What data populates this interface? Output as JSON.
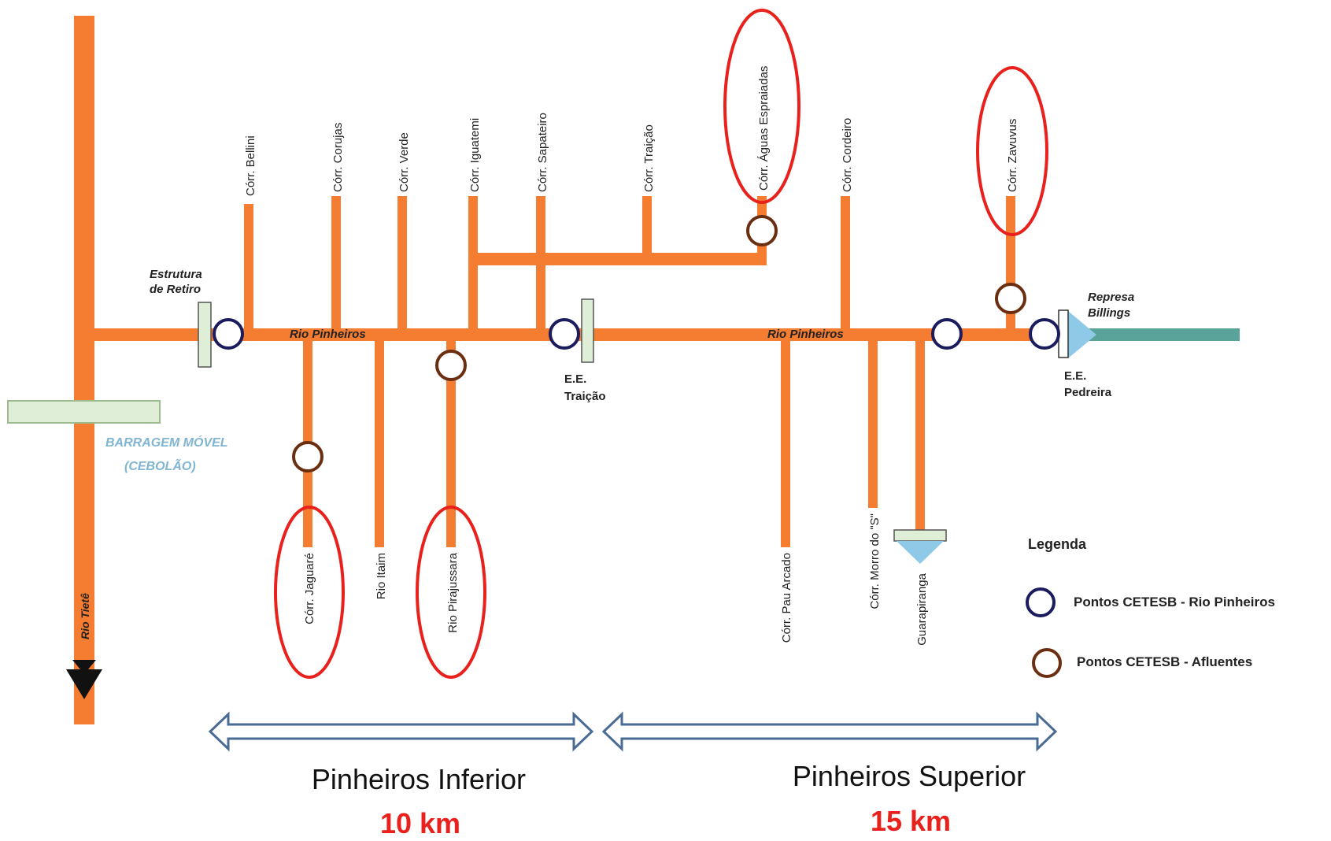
{
  "colors": {
    "river": "#f47d31",
    "river_dark": "#d8621a",
    "billings": "#5aa39a",
    "structure_fill": "#dfeed7",
    "structure_stroke": "#9dbb8e",
    "billings_triangle": "#8fc9e8",
    "point_main": "#1b1c5e",
    "point_afluente": "#6b2e10",
    "highlight": "#e8211d",
    "arrow": "#4a6b94",
    "barragem_text": "#7fb5d2",
    "section_length": "#e8211d"
  },
  "main": {
    "rio_tiete": "Rio Tietê",
    "rio_pinheiros_1": "Rio Pinheiros",
    "rio_pinheiros_2": "Rio Pinheiros",
    "estrutura_retiro_1": "Estrutura",
    "estrutura_retiro_2": "de Retiro",
    "barragem_1": "BARRAGEM MÓVEL",
    "barragem_2": "(CEBOLÃO)",
    "ee_traicao_1": "E.E.",
    "ee_traicao_2": "Traição",
    "ee_pedreira_1": "E.E.",
    "ee_pedreira_2": "Pedreira",
    "represa_1": "Represa",
    "represa_2": "Billings"
  },
  "tributaries_top": [
    "Córr. Bellini",
    "Córr. Corujas",
    "Córr. Verde",
    "Córr. Iguatemi",
    "Córr. Sapateiro",
    "Córr. Traição",
    "Córr. Águas Espraiadas",
    "Córr. Cordeiro",
    "Córr. Zavuvus"
  ],
  "tributaries_bottom": [
    "Córr. Jaguaré",
    "Rio Itaim",
    "Rio Pirajussara",
    "Córr. Pau Arcado",
    "Córr. Morro do \"S\"",
    "Guarapiranga"
  ],
  "legend": {
    "title": "Legenda",
    "items": [
      {
        "label": "Pontos CETESB - Rio Pinheiros",
        "icon": "navy-ring-icon"
      },
      {
        "label": "Pontos CETESB - Afluentes",
        "icon": "brown-ring-icon"
      }
    ]
  },
  "sections": [
    {
      "name": "Pinheiros Inferior",
      "length": "10 km"
    },
    {
      "name": "Pinheiros Superior",
      "length": "15 km"
    }
  ]
}
